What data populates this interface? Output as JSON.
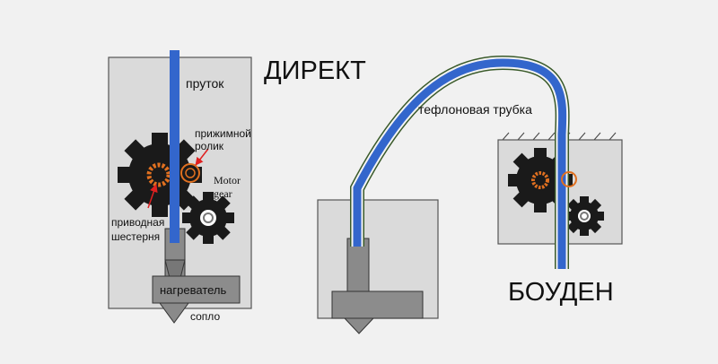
{
  "direct": {
    "title": "ДИРЕКТ",
    "filament": "пруток",
    "pinch_roller": [
      "прижимной",
      "ролик"
    ],
    "motor_gear": [
      "Motor",
      "gear"
    ],
    "drive_gear": [
      "приводная",
      "шестерня"
    ],
    "heater": "нагреватель",
    "nozzle": "сопло"
  },
  "bowden": {
    "title": "БОУДЕН",
    "ptfe_tube": "тефлоновая трубка"
  },
  "colors": {
    "filament": "#3366cc",
    "body": "#d9d9d9",
    "gear": "#1a1a1a",
    "drive_gear": "#e07020",
    "arrow": "#e02020",
    "tube_outline": "#3a5a2a"
  }
}
